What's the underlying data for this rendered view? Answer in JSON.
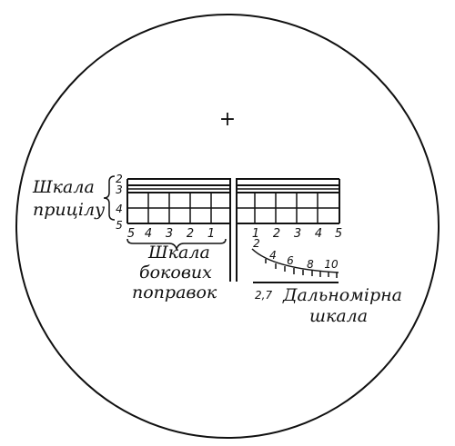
{
  "center_mark": "+",
  "sight_scale": {
    "label_line1": "Шкала",
    "label_line2": "прицілу",
    "row_numbers": [
      "2",
      "3",
      "4",
      "5"
    ]
  },
  "lateral_scale": {
    "label_line1": "Шкала",
    "label_line2": "бокових",
    "label_line3": "поправок",
    "left_numbers": [
      "5",
      "4",
      "3",
      "2",
      "1"
    ],
    "right_numbers": [
      "1",
      "2",
      "3",
      "4",
      "5"
    ]
  },
  "range_scale": {
    "label_line1": "Дальномірна",
    "label_line2": "шкала",
    "numbers": [
      "2",
      "4",
      "6",
      "8",
      "10"
    ],
    "base_value": "2,7"
  }
}
